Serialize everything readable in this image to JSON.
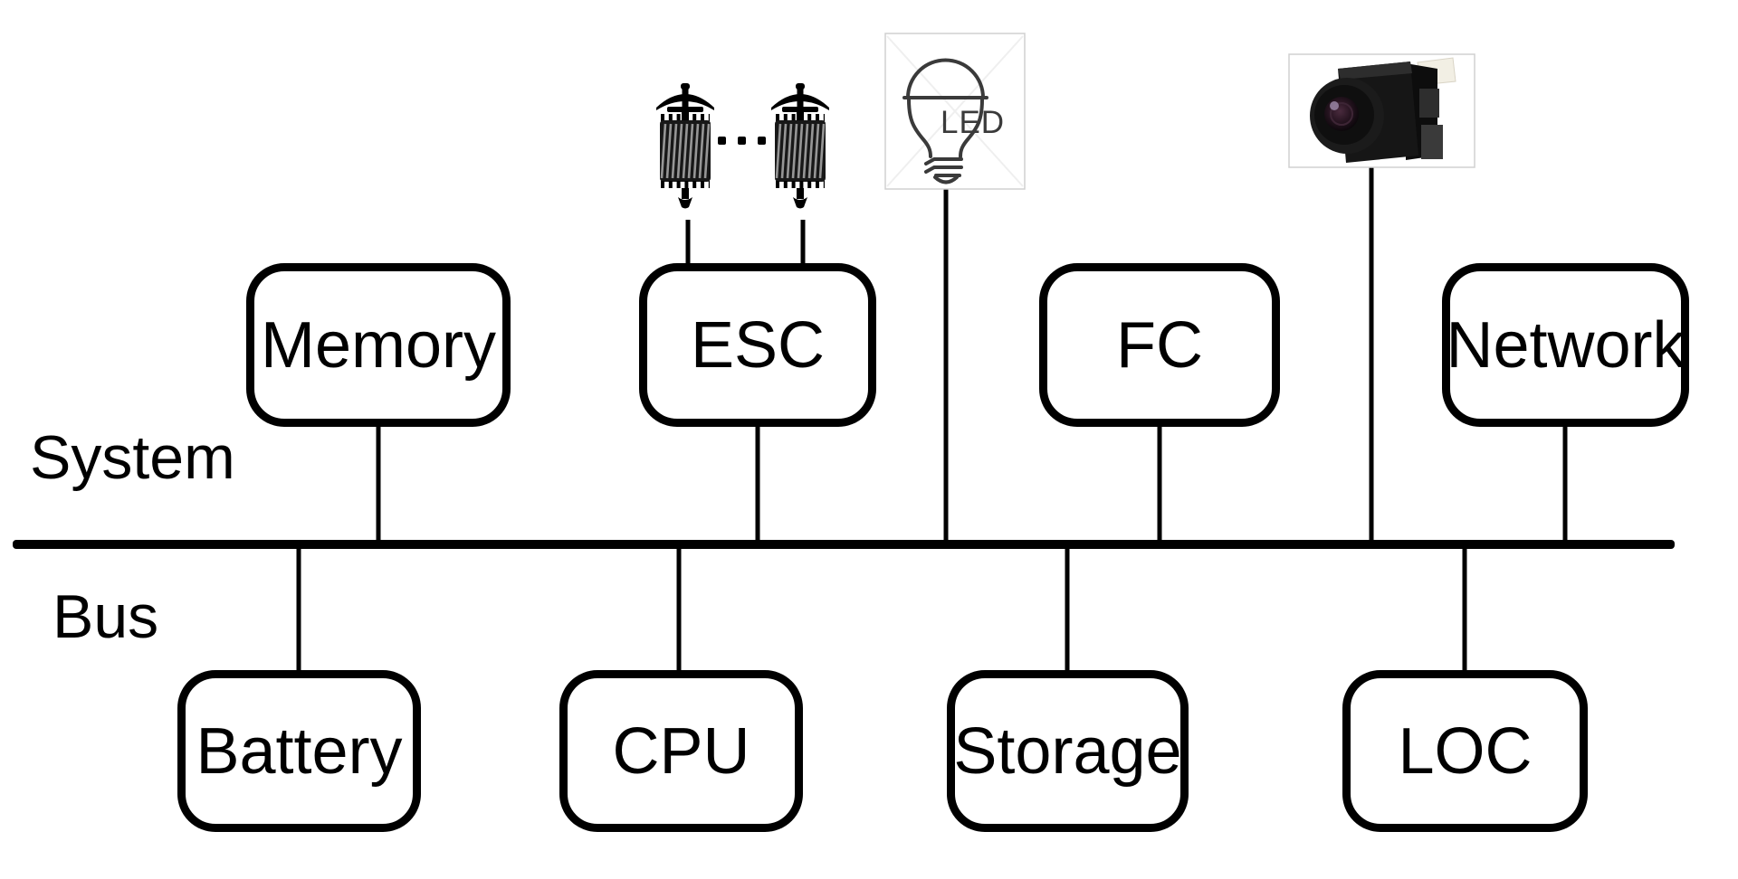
{
  "diagram": {
    "bus": {
      "label_line1": "System",
      "label_line2": "Bus"
    },
    "top_row": [
      {
        "label": "Memory"
      },
      {
        "label": "ESC"
      },
      {
        "label": "FC"
      },
      {
        "label": "Network"
      }
    ],
    "bottom_row": [
      {
        "label": "Battery"
      },
      {
        "label": "CPU"
      },
      {
        "label": "Storage"
      },
      {
        "label": "LOC"
      }
    ],
    "icons": {
      "motors": {
        "name": "motor-icon",
        "count": 2,
        "separator": "ellipsis-dots",
        "attached_to": "ESC"
      },
      "led": {
        "name": "led-bulb-icon",
        "label": "LED"
      },
      "camera": {
        "name": "fpv-camera-icon"
      }
    },
    "edges": [
      "Memory-bus",
      "ESC-bus",
      "FC-bus",
      "Network-bus",
      "Battery-bus",
      "CPU-bus",
      "Storage-bus",
      "LOC-bus",
      "LED-bus",
      "camera-bus",
      "motor1-ESC",
      "motor2-ESC"
    ],
    "colors": {
      "stroke": "#000000",
      "background": "#ffffff",
      "led_stroke": "#3a3a3a",
      "icon_frame_border": "#d0d0d0"
    }
  }
}
